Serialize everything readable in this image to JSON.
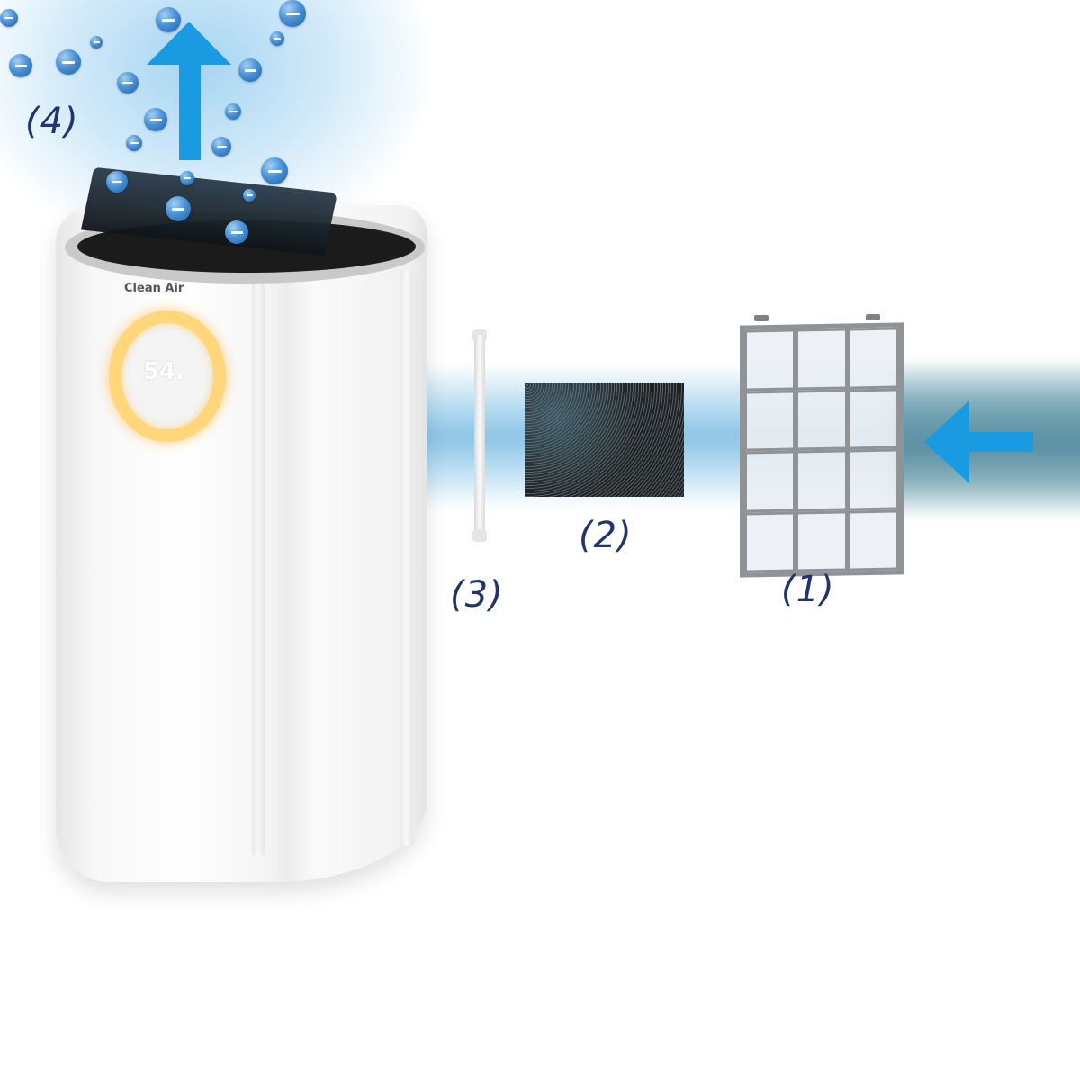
{
  "labels": {
    "filter_1": "(1)",
    "filter_2": "(2)",
    "filter_3": "(3)",
    "filter_4": "(4)"
  },
  "device": {
    "brand": "Clean Air",
    "display_value": "54.",
    "ring_color": "#ffd67a"
  },
  "colors": {
    "arrow": "#1a9ae0",
    "label_text": "#1f3470",
    "ion_bubble": "#3f86d0",
    "airflow_clean": "#78bee6",
    "airflow_dirty": "#5a8c96",
    "filter_frame": "#8f9396"
  },
  "icons": {
    "up_arrow": "arrow-up-icon",
    "left_arrow": "arrow-left-icon",
    "ion": "negative-ion-icon"
  },
  "components": [
    {
      "id": "1",
      "name": "pre-filter",
      "label": "(1)"
    },
    {
      "id": "2",
      "name": "carbon-foam-filter",
      "label": "(2)"
    },
    {
      "id": "3",
      "name": "uv-lamp",
      "label": "(3)"
    },
    {
      "id": "4",
      "name": "ionizer-output",
      "label": "(4)"
    }
  ]
}
